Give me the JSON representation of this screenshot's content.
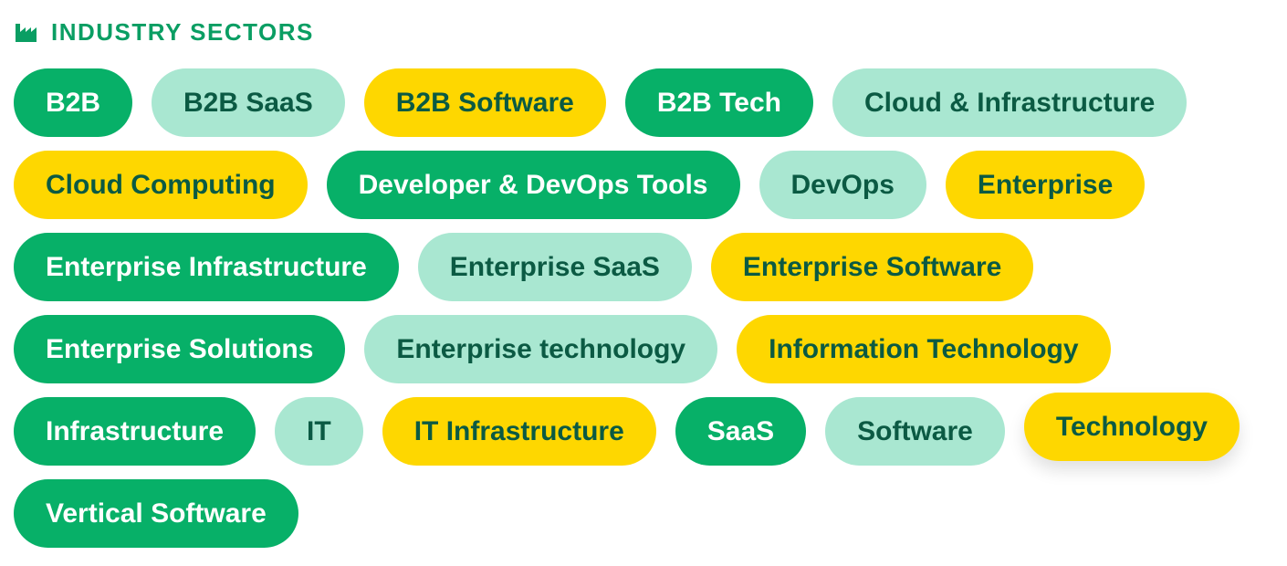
{
  "section": {
    "title": "INDUSTRY SECTORS",
    "icon": "factory-icon",
    "accent": "#0a9e63"
  },
  "colors": {
    "green": "#07b068",
    "mint": "#a9e7d1",
    "yellow": "#fed700",
    "dark_text": "#0b5a43"
  },
  "tags": [
    [
      {
        "label": "B2B",
        "style": "green"
      },
      {
        "label": "B2B SaaS",
        "style": "mint"
      },
      {
        "label": "B2B Software",
        "style": "yellow"
      },
      {
        "label": "B2B Tech",
        "style": "green"
      },
      {
        "label": "Cloud & Infrastructure",
        "style": "mint"
      }
    ],
    [
      {
        "label": "Cloud Computing",
        "style": "yellow"
      },
      {
        "label": "Developer & DevOps Tools",
        "style": "green"
      },
      {
        "label": "DevOps",
        "style": "mint"
      },
      {
        "label": "Enterprise",
        "style": "yellow"
      }
    ],
    [
      {
        "label": "Enterprise Infrastructure",
        "style": "green"
      },
      {
        "label": "Enterprise SaaS",
        "style": "mint"
      },
      {
        "label": "Enterprise Software",
        "style": "yellow"
      }
    ],
    [
      {
        "label": "Enterprise Solutions",
        "style": "green"
      },
      {
        "label": "Enterprise technology",
        "style": "mint"
      },
      {
        "label": "Information Technology",
        "style": "yellow"
      }
    ],
    [
      {
        "label": "Infrastructure",
        "style": "green"
      },
      {
        "label": "IT",
        "style": "mint"
      },
      {
        "label": "IT Infrastructure",
        "style": "yellow"
      },
      {
        "label": "SaaS",
        "style": "green"
      },
      {
        "label": "Software",
        "style": "mint"
      },
      {
        "label": "Technology",
        "style": "yellow",
        "hover": true
      }
    ],
    [
      {
        "label": "Vertical Software",
        "style": "green"
      }
    ]
  ]
}
